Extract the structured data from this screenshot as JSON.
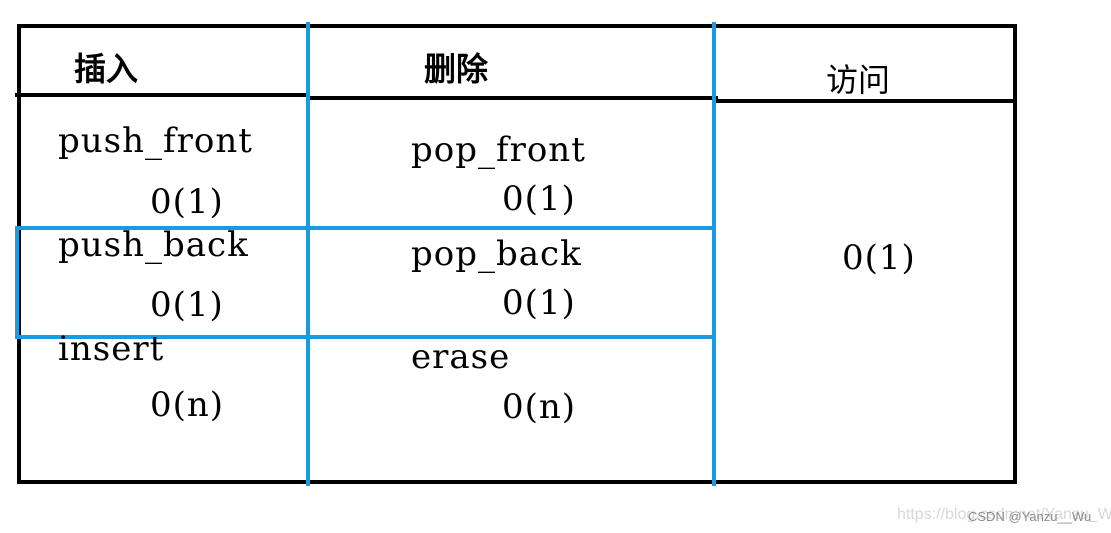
{
  "headers": {
    "insert": "插入",
    "delete": "删除",
    "access": "访问"
  },
  "insert_ops": [
    {
      "name": "push_front",
      "complexity": "0(1)"
    },
    {
      "name": "push_back",
      "complexity": "0(1)"
    },
    {
      "name": "insert",
      "complexity": "0(n)"
    }
  ],
  "delete_ops": [
    {
      "name": "pop_front",
      "complexity": "0(1)"
    },
    {
      "name": "pop_back",
      "complexity": "0(1)"
    },
    {
      "name": "erase",
      "complexity": "0(n)"
    }
  ],
  "access_complexity": "0(1)",
  "watermark": {
    "faint": "https://blog.csdn.net/Yanzu_Wu",
    "label": "CSDN @Yanzu__Wu"
  },
  "colors": {
    "border": "#000000",
    "highlight": "#1a9be0",
    "background": "#ffffff"
  }
}
